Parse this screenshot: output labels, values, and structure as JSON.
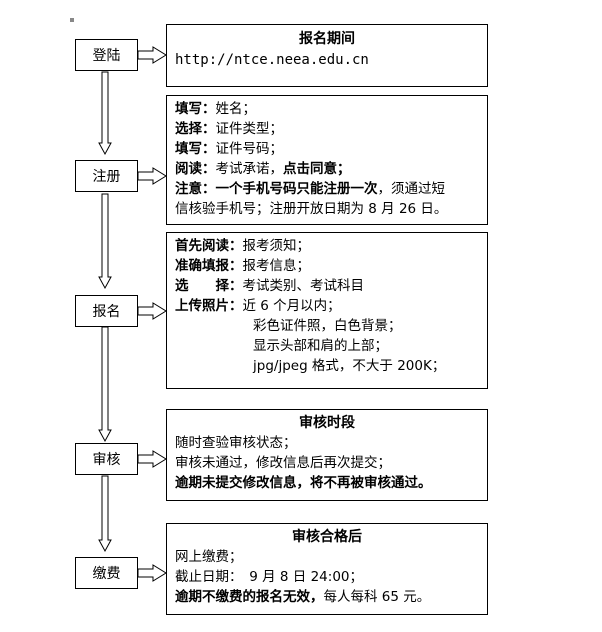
{
  "steps": [
    {
      "label": "登陆"
    },
    {
      "label": "注册"
    },
    {
      "label": "报名"
    },
    {
      "label": "审核"
    },
    {
      "label": "缴费"
    }
  ],
  "period_panel": {
    "title": "报名期间",
    "url": "http://ntce.neea.edu.cn"
  },
  "register_panel": {
    "l1_b": "填写：",
    "l1_t": "姓名；",
    "l2_b": "选择：",
    "l2_t": "证件类型；",
    "l3_b": "填写：",
    "l3_t": "证件号码；",
    "l4_b": "阅读：",
    "l4_t": "考试承诺，",
    "l4_b2": "点击同意；",
    "l5_b": "注意：",
    "l5_b2": "一个手机号码只能注册一次",
    "l5_t": "，须通过短",
    "l6_t": "信核验手机号；注册开放日期为 8 月 26 日。"
  },
  "apply_panel": {
    "l1_b": "首先阅读：",
    "l1_t": "报考须知；",
    "l2_b": "准确填报：",
    "l2_t": "报考信息；",
    "l3_b": "选　　择：",
    "l3_t": "考试类别、考试科目",
    "l4_b": "上传照片：",
    "l4_t": "近 6 个月以内；",
    "l5_t": "彩色证件照，白色背景；",
    "l6_t": "显示头部和肩的上部；",
    "l7_t": "jpg/jpeg 格式，不大于 200K；"
  },
  "review_panel": {
    "title": "审核时段",
    "l1_t": "随时查验审核状态；",
    "l2_t": "审核未通过，修改信息后再次提交；",
    "l3_b": "逾期未提交修改信息，将不再被审核通过。"
  },
  "pay_panel": {
    "title": "审核合格后",
    "l1_t": "网上缴费；",
    "l2_t": "截止日期：　9 月 8 日 24:00；",
    "l3_b": "逾期不缴费的报名无效，",
    "l3_t": "每人每科 65 元。"
  }
}
